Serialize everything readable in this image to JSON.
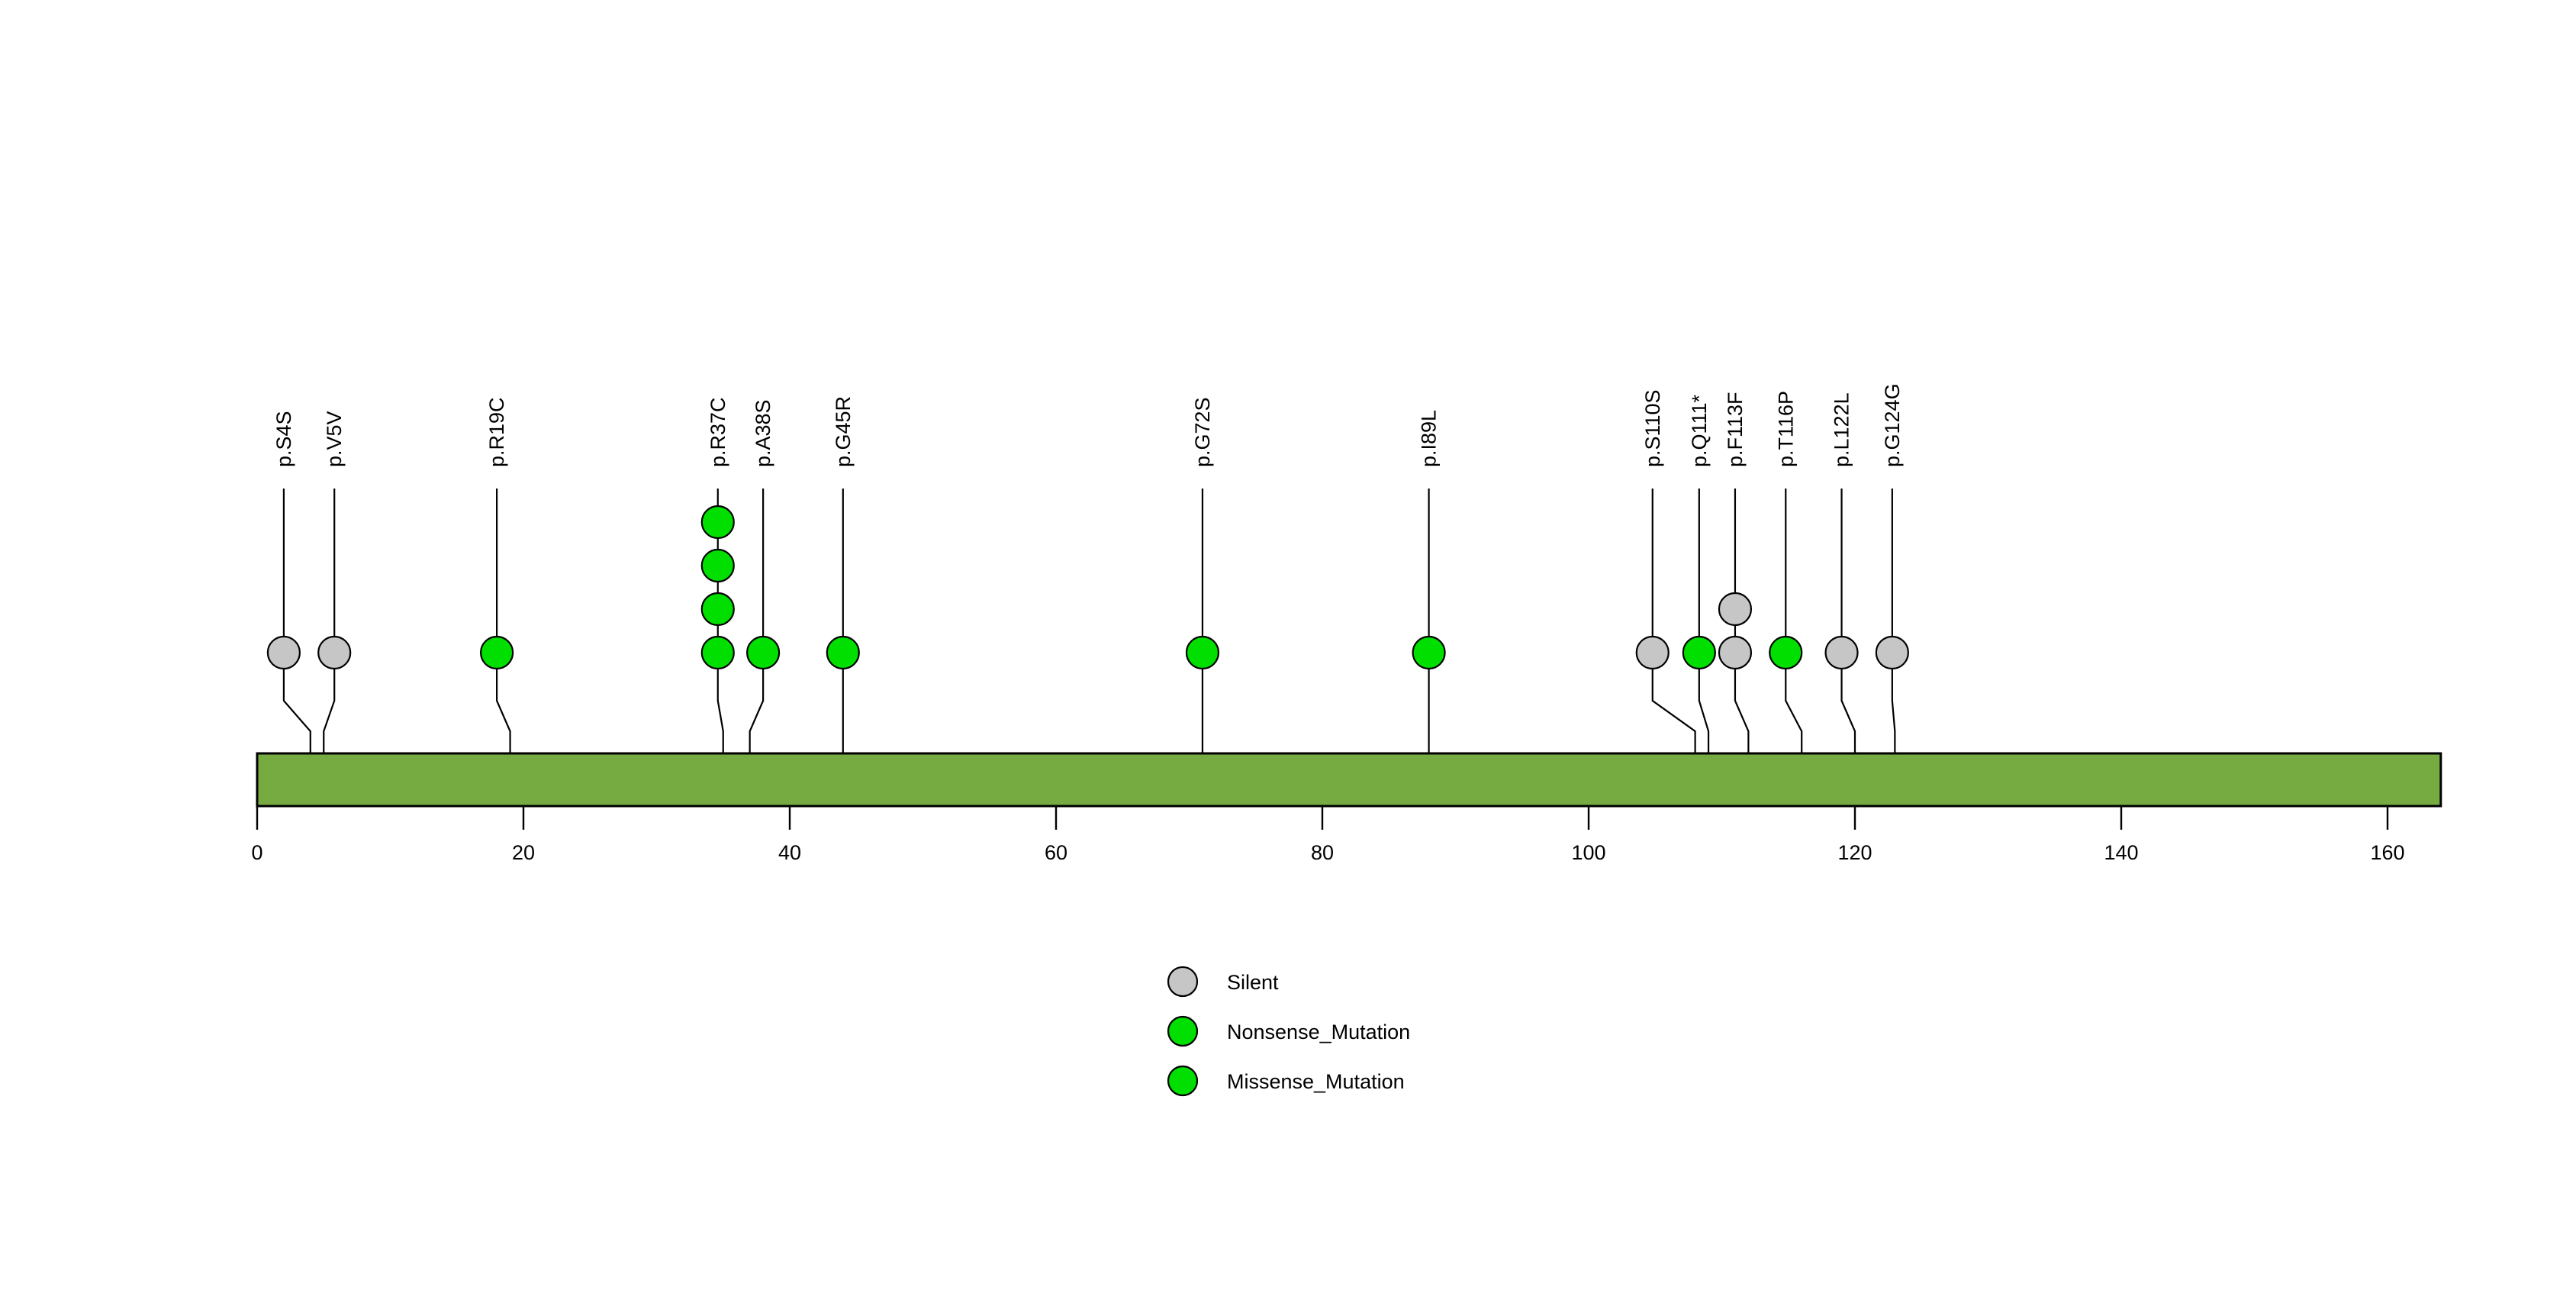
{
  "chart_data": {
    "type": "lollipop",
    "title": "",
    "xlabel": "",
    "ylabel": "",
    "protein": {
      "length": 164,
      "bar_color": "#76AB41",
      "bar_start": 0,
      "bar_end": 164
    },
    "axis": {
      "ticks": [
        0,
        20,
        40,
        60,
        80,
        100,
        120,
        140,
        160
      ],
      "tick_labels": [
        "0",
        "20",
        "40",
        "60",
        "80",
        "100",
        "120",
        "140",
        "160"
      ],
      "range": [
        0,
        164
      ],
      "grid": false
    },
    "colors": {
      "silent": "#C6C6C6",
      "nonsense": "#00DF00",
      "missense": "#00DF00",
      "stem": "#000000",
      "bar": "#76AB41"
    },
    "mutations": [
      {
        "label": "p.S4S",
        "position": 4,
        "count": 1,
        "type": "Silent",
        "color": "#C6C6C6",
        "label_x": 2.0
      },
      {
        "label": "p.V5V",
        "position": 5,
        "count": 1,
        "type": "Silent",
        "color": "#C6C6C6",
        "label_x": 5.8
      },
      {
        "label": "p.R19C",
        "position": 19,
        "count": 1,
        "type": "Missense_Mutation",
        "color": "#00DF00",
        "label_x": 18.0
      },
      {
        "label": "p.R37C",
        "position": 35,
        "count": 4,
        "type": "Missense_Mutation",
        "color": "#00DF00",
        "label_x": 34.6
      },
      {
        "label": "p.A38S",
        "position": 37,
        "count": 1,
        "type": "Missense_Mutation",
        "color": "#00DF00",
        "label_x": 38.0
      },
      {
        "label": "p.G45R",
        "position": 44,
        "count": 1,
        "type": "Missense_Mutation",
        "color": "#00DF00",
        "label_x": 44.0
      },
      {
        "label": "p.G72S",
        "position": 71,
        "count": 1,
        "type": "Missense_Mutation",
        "color": "#00DF00",
        "label_x": 71.0
      },
      {
        "label": "p.I89L",
        "position": 88,
        "count": 1,
        "type": "Missense_Mutation",
        "color": "#00DF00",
        "label_x": 88.0
      },
      {
        "label": "p.S110S",
        "position": 108,
        "count": 1,
        "type": "Silent",
        "color": "#C6C6C6",
        "label_x": 104.8
      },
      {
        "label": "p.Q111*",
        "position": 109,
        "count": 1,
        "type": "Nonsense_Mutation",
        "color": "#00DF00",
        "label_x": 108.3
      },
      {
        "label": "p.F113F",
        "position": 112,
        "count": 2,
        "type": "Silent",
        "color": "#C6C6C6",
        "label_x": 111.0
      },
      {
        "label": "p.T116P",
        "position": 116,
        "count": 1,
        "type": "Missense_Mutation",
        "color": "#00DF00",
        "label_x": 114.8
      },
      {
        "label": "p.L122L",
        "position": 120,
        "count": 1,
        "type": "Silent",
        "color": "#C6C6C6",
        "label_x": 119.0
      },
      {
        "label": "p.G124G",
        "position": 123,
        "count": 1,
        "type": "Silent",
        "color": "#C6C6C6",
        "label_x": 122.8
      }
    ],
    "legend": {
      "position": "bottom-center",
      "entries": [
        {
          "label": "Silent",
          "color": "#C6C6C6"
        },
        {
          "label": "Nonsense_Mutation",
          "color": "#00DF00"
        },
        {
          "label": "Missense_Mutation",
          "color": "#00DF00"
        }
      ]
    }
  }
}
